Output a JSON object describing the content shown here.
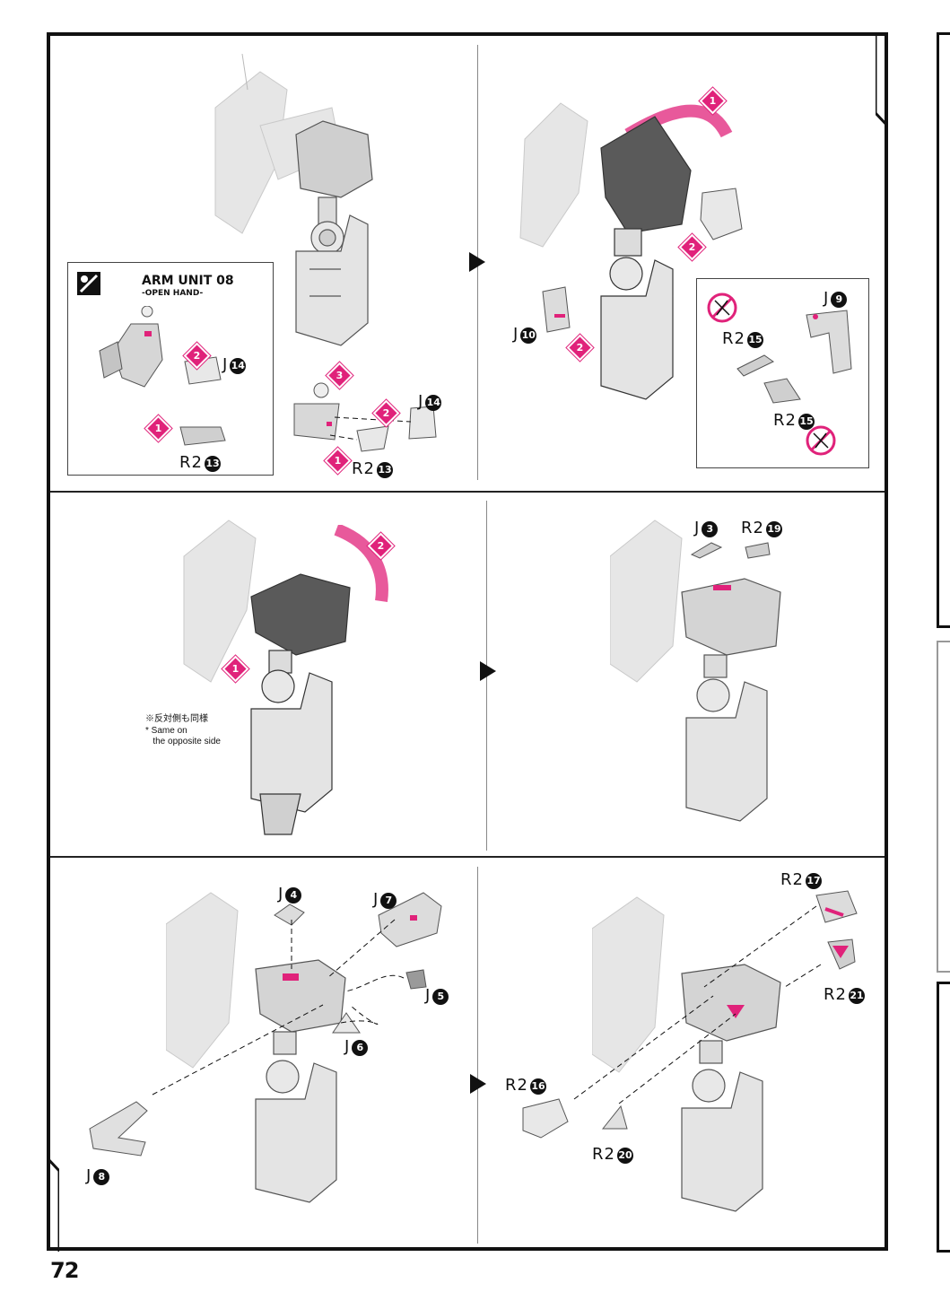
{
  "page": {
    "number": "72"
  },
  "inset": {
    "title": "ARM UNIT 08",
    "subtitle": "-OPEN HAND-",
    "icon": "tool-icon"
  },
  "note": {
    "jp": "※反対側も同様",
    "en": "* Same on\n   the opposite side"
  },
  "steps": {
    "s1": "1",
    "s2": "2",
    "s3": "3"
  },
  "parts": {
    "j14a": {
      "letter": "J",
      "num": "14"
    },
    "j14b": {
      "letter": "J",
      "num": "14"
    },
    "r213a": {
      "letter": "R2",
      "num": "13"
    },
    "r213b": {
      "letter": "R2",
      "num": "13"
    },
    "j10": {
      "letter": "J",
      "num": "10"
    },
    "j9": {
      "letter": "J",
      "num": "9"
    },
    "r215a": {
      "letter": "R2",
      "num": "15"
    },
    "r215b": {
      "letter": "R2",
      "num": "15"
    },
    "j3": {
      "letter": "J",
      "num": "3"
    },
    "r219": {
      "letter": "R2",
      "num": "19"
    },
    "j4": {
      "letter": "J",
      "num": "4"
    },
    "j7": {
      "letter": "J",
      "num": "7"
    },
    "j5": {
      "letter": "J",
      "num": "5"
    },
    "j6": {
      "letter": "J",
      "num": "6"
    },
    "j8": {
      "letter": "J",
      "num": "8"
    },
    "r217": {
      "letter": "R2",
      "num": "17"
    },
    "r221": {
      "letter": "R2",
      "num": "21"
    },
    "r216": {
      "letter": "R2",
      "num": "16"
    },
    "r220": {
      "letter": "R2",
      "num": "20"
    }
  },
  "colors": {
    "accent": "#e0227a",
    "ink": "#111111",
    "shade": "#d8d8d8",
    "dark": "#555555"
  }
}
